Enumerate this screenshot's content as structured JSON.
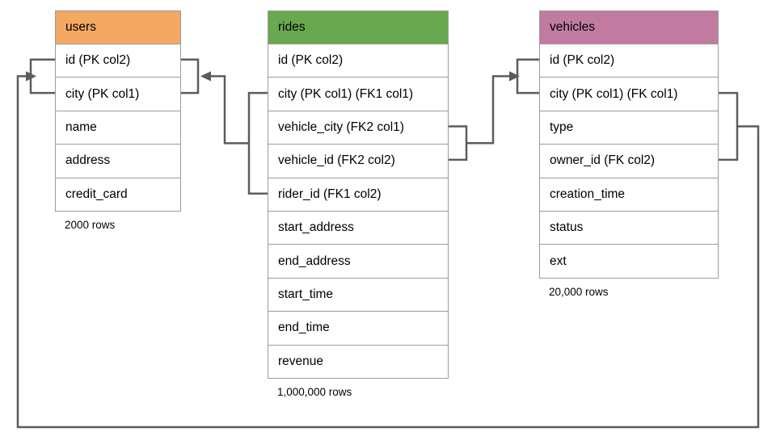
{
  "diagram": {
    "connector_color": "#5C5C5C",
    "border_color": "#9B9B9B",
    "tables": [
      {
        "name": "users",
        "header_color": "#F5A861",
        "rows": [
          "id (PK col2)",
          "city (PK col1)",
          "name",
          "address",
          "credit_card"
        ],
        "caption": "2000 rows"
      },
      {
        "name": "rides",
        "header_color": "#6AA84F",
        "rows": [
          "id (PK col2)",
          "city (PK col1) (FK1 col1)",
          "vehicle_city (FK2 col1)",
          "vehicle_id (FK2 col2)",
          "rider_id (FK1 col2)",
          "start_address",
          "end_address",
          "start_time",
          "end_time",
          "revenue"
        ],
        "caption": "1,000,000 rows"
      },
      {
        "name": "vehicles",
        "header_color": "#C27BA0",
        "rows": [
          "id (PK col2)",
          "city (PK col1) (FK col1)",
          "type",
          "owner_id (FK col2)",
          "creation_time",
          "status",
          "ext"
        ],
        "caption": "20,000 rows"
      }
    ],
    "relationships": [
      {
        "name": "FK1",
        "from": "rides (city, rider_id)",
        "to": "users (id, city)"
      },
      {
        "name": "FK2",
        "from": "rides (vehicle_city, vehicle_id)",
        "to": "vehicles (id, city)"
      },
      {
        "name": "FK",
        "from": "vehicles (city, owner_id)",
        "to": "users (id, city)"
      }
    ]
  }
}
